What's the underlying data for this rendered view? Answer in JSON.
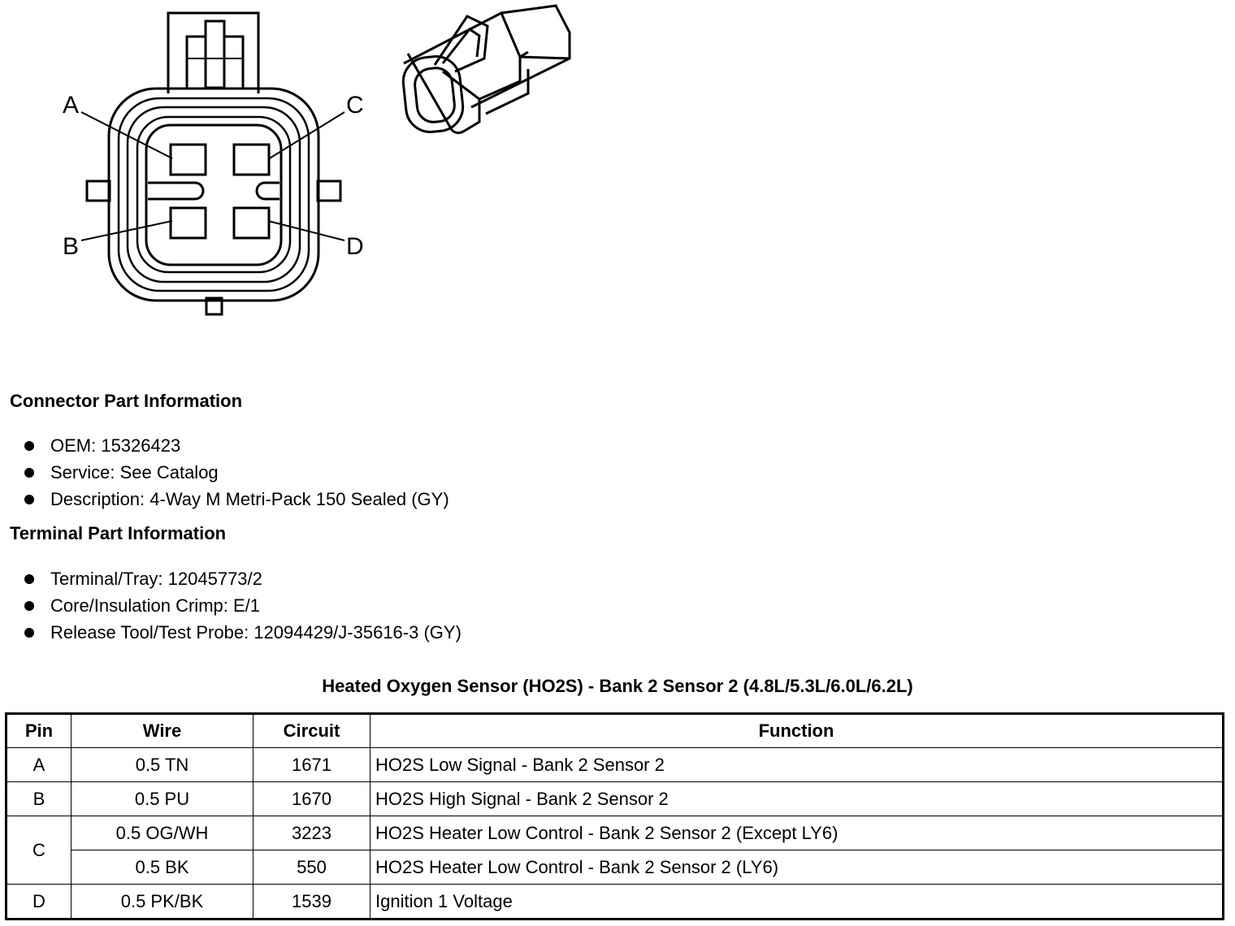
{
  "diagram": {
    "pin_labels": [
      "A",
      "B",
      "C",
      "D"
    ]
  },
  "connector_info": {
    "heading": "Connector Part Information",
    "items": [
      "OEM: 15326423",
      "Service: See Catalog",
      "Description: 4-Way M Metri-Pack 150 Sealed (GY)"
    ]
  },
  "terminal_info": {
    "heading": "Terminal Part Information",
    "items": [
      "Terminal/Tray: 12045773/2",
      "Core/Insulation Crimp: E/1",
      "Release Tool/Test Probe: 12094429/J-35616-3 (GY)"
    ]
  },
  "table": {
    "title": "Heated Oxygen Sensor (HO2S) - Bank 2 Sensor 2 (4.8L/5.3L/6.0L/6.2L)",
    "headers": [
      "Pin",
      "Wire",
      "Circuit",
      "Function"
    ],
    "rows": [
      {
        "pin": "A",
        "wire": "0.5 TN",
        "circuit": "1671",
        "function": "HO2S Low Signal - Bank 2 Sensor 2"
      },
      {
        "pin": "B",
        "wire": "0.5 PU",
        "circuit": "1670",
        "function": "HO2S High Signal - Bank 2 Sensor 2"
      },
      {
        "pin": "C",
        "wire": "0.5 OG/WH",
        "circuit": "3223",
        "function": "HO2S Heater Low Control - Bank 2 Sensor 2 (Except LY6)"
      },
      {
        "pin": "",
        "wire": "0.5 BK",
        "circuit": "550",
        "function": "HO2S Heater Low Control - Bank 2 Sensor 2 (LY6)"
      },
      {
        "pin": "D",
        "wire": "0.5 PK/BK",
        "circuit": "1539",
        "function": "Ignition 1 Voltage"
      }
    ]
  }
}
